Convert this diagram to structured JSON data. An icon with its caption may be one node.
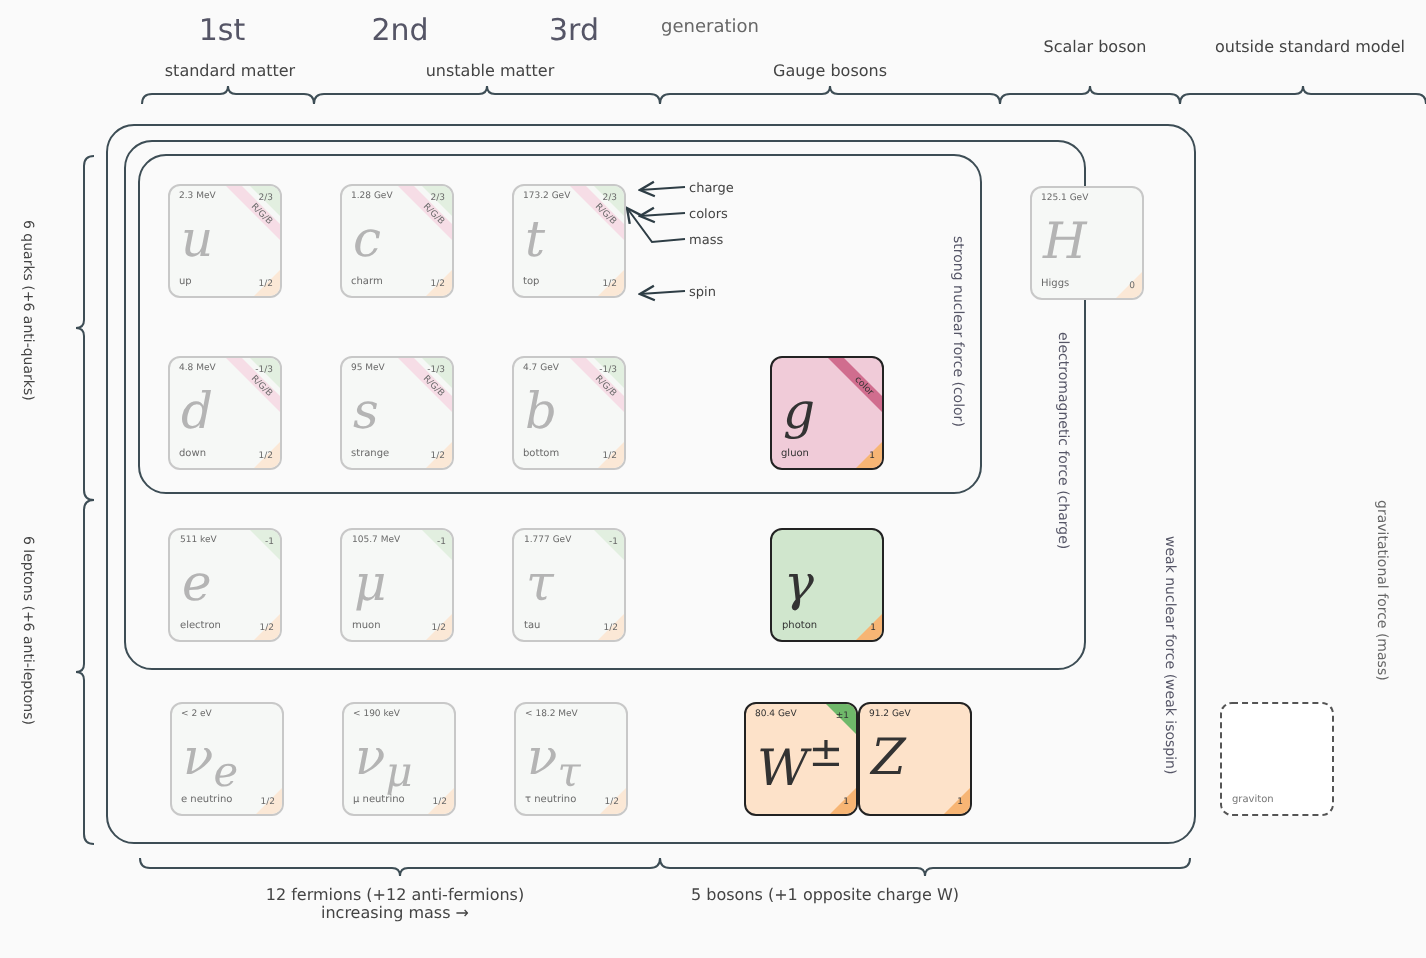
{
  "diagram": {
    "nodes": [
      {
        "text": [
          "weak nuclear force (weak isospin)"
        ]
      },
      {
        "text": [
          "electromagnetic force (charge)"
        ],
        "in": 0
      },
      {
        "text": [
          "strong nuclear force (color)"
        ],
        "in": 1
      },
      {
        "text": [
          "2.3 MeV",
          "2/3",
          "R/G/B",
          "u",
          "up",
          "1/2"
        ],
        "in": 2
      },
      {
        "text": [
          "1.28 GeV",
          "2/3",
          "R/G/B",
          "c",
          "charm",
          "1/2"
        ],
        "in": 2
      },
      {
        "text": [
          "173.2 GeV",
          "2/3",
          "R/G/B",
          "t",
          "top",
          "1/2"
        ],
        "in": 2
      },
      {
        "text": [
          "4.8 MeV",
          "-1/3",
          "R/G/B",
          "d",
          "down",
          "1/2"
        ],
        "in": 2
      },
      {
        "text": [
          "95 MeV",
          "-1/3",
          "R/G/B",
          "s",
          "strange",
          "1/2"
        ],
        "in": 2
      },
      {
        "text": [
          "4.7 GeV",
          "-1/3",
          "R/G/B",
          "b",
          "bottom",
          "1/2"
        ],
        "in": 2
      },
      {
        "text": [
          "color",
          "g",
          "gluon",
          "1"
        ],
        "in": 2
      },
      {
        "text": [
          "511 keV",
          "-1",
          "e",
          "electron",
          "1/2"
        ],
        "in": 1
      },
      {
        "text": [
          "105.7 MeV",
          "-1",
          "μ",
          "muon",
          "1/2"
        ],
        "in": 1
      },
      {
        "text": [
          "1.777 GeV",
          "-1",
          "τ",
          "tau",
          "1/2"
        ],
        "in": 1
      },
      {
        "text": [
          "γ",
          "photon",
          "1"
        ],
        "in": 1
      },
      {
        "text": [
          "< 2 eV",
          "ν$_{e}$",
          "e neutrino",
          "1/2"
        ],
        "in": 0
      },
      {
        "text": [
          "< 190 keV",
          "ν$_{μ}$",
          "μ neutrino",
          "1/2"
        ],
        "in": 0
      },
      {
        "text": [
          "< 18.2 MeV",
          "ν$_{τ}$",
          "τ neutrino",
          "1/2"
        ],
        "in": 0
      },
      {
        "text": [
          "80.4 GeV",
          "±1",
          "W$^{±}$",
          "1"
        ],
        "in": 0
      },
      {
        "text": [
          "91.2 GeV",
          "Z",
          "1"
        ],
        "in": 0
      },
      {
        "text": [
          "125.1 GeV",
          "H",
          "Higgs",
          "0"
        ],
        "in": 0
      },
      {
        "text": [
          "graviton"
        ]
      },
      {
        "text": [
          "charge"
        ],
        "in": 2
      },
      {
        "text": [
          "colors"
        ],
        "in": 2
      },
      {
        "text": [
          "mass"
        ],
        "in": 2
      },
      {
        "text": [
          "spin"
        ],
        "in": 2
      }
    ],
    "edges": [
      {
        "from": 21,
        "to": null,
        "arrow": "to"
      },
      {
        "from": 22,
        "to": null,
        "arrow": "to"
      },
      {
        "from": 23,
        "to": 5,
        "arrow": "to"
      },
      {
        "from": 24,
        "to": null,
        "arrow": "to"
      }
    ],
    "labels": [
      "1st",
      "2nd",
      "3rd",
      "generation",
      "standard matter",
      "unstable matter",
      "Gauge bosons",
      "Scalar boson",
      "outside standard model",
      "6 quarks (+6 anti-quarks)",
      "6 leptons (+6 anti-leptons)",
      "gravitational force (mass)",
      "12 fermions (+12 anti-fermions) increasing mass →",
      "5 bosons (+1 opposite charge W)"
    ]
  }
}
